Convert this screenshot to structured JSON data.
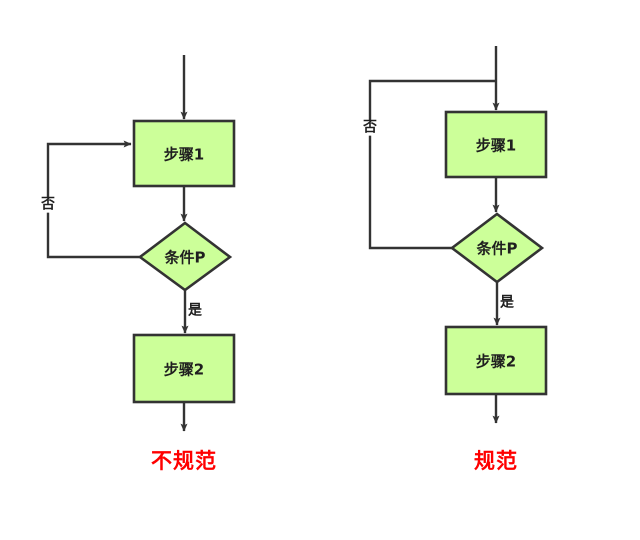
{
  "figure": {
    "title": "",
    "type": "flowchart-comparison",
    "background_color": "#ffffff",
    "node_fill_color": "#ccff99",
    "node_stroke_color": "#333333",
    "edge_color": "#333333",
    "caption_color": "#ff0000"
  },
  "diagrams": [
    {
      "id": "left",
      "caption": "不规范",
      "nodes": [
        {
          "key": "step1",
          "shape": "rectangle",
          "label": "步骤1"
        },
        {
          "key": "condition",
          "shape": "diamond",
          "label": "条件P"
        },
        {
          "key": "step2",
          "shape": "rectangle",
          "label": "步骤2"
        }
      ],
      "edges": [
        {
          "key": "entry",
          "from": "",
          "to": "step1",
          "label": ""
        },
        {
          "key": "step1-to-condition",
          "from": "step1",
          "to": "condition",
          "label": ""
        },
        {
          "key": "condition-no-loop",
          "from": "condition",
          "to": "step1",
          "label": "否"
        },
        {
          "key": "condition-yes",
          "from": "condition",
          "to": "step2",
          "label": "是"
        },
        {
          "key": "exit",
          "from": "step2",
          "to": "",
          "label": ""
        }
      ]
    },
    {
      "id": "right",
      "caption": "规范",
      "nodes": [
        {
          "key": "step1",
          "shape": "rectangle",
          "label": "步骤1"
        },
        {
          "key": "condition",
          "shape": "diamond",
          "label": "条件P"
        },
        {
          "key": "step2",
          "shape": "rectangle",
          "label": "步骤2"
        }
      ],
      "edges": [
        {
          "key": "entry",
          "from": "",
          "to": "step1",
          "label": ""
        },
        {
          "key": "step1-to-condition",
          "from": "step1",
          "to": "condition",
          "label": ""
        },
        {
          "key": "condition-no-loop",
          "from": "condition",
          "to": "entry",
          "label": "否"
        },
        {
          "key": "condition-yes",
          "from": "condition",
          "to": "step2",
          "label": "是"
        },
        {
          "key": "exit",
          "from": "step2",
          "to": "",
          "label": ""
        }
      ]
    }
  ]
}
